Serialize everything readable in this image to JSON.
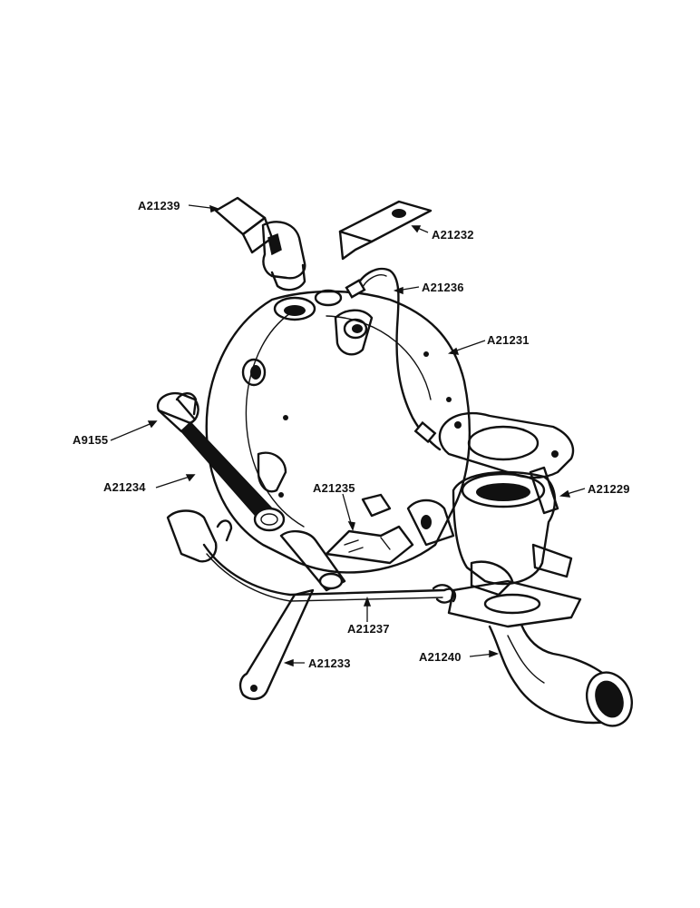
{
  "labels": {
    "a21239": "A21239",
    "a21232": "A21232",
    "a21236": "A21236",
    "a21231": "A21231",
    "a9155": "A9155",
    "a21234": "A21234",
    "a21235": "A21235",
    "a21229": "A21229",
    "a21237": "A21237",
    "a21233": "A21233",
    "a21240": "A21240"
  },
  "colors": {
    "ink": "#111111",
    "paper": "#ffffff"
  }
}
